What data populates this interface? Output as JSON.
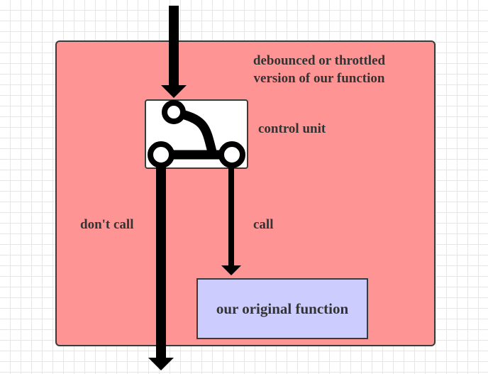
{
  "diagram": {
    "wrapper_label_line1": "debounced or throttled",
    "wrapper_label_line2": "version of our function",
    "control_label": "control unit",
    "dont_call_label": "don't call",
    "call_label": "call",
    "function_label": "our original function"
  },
  "colors": {
    "wrapper_fill": "#ff9494",
    "function_fill": "#ccccff",
    "control_fill": "#ffffff",
    "stroke": "#000000",
    "text": "#333333"
  },
  "icons": [
    "switch-icon"
  ]
}
